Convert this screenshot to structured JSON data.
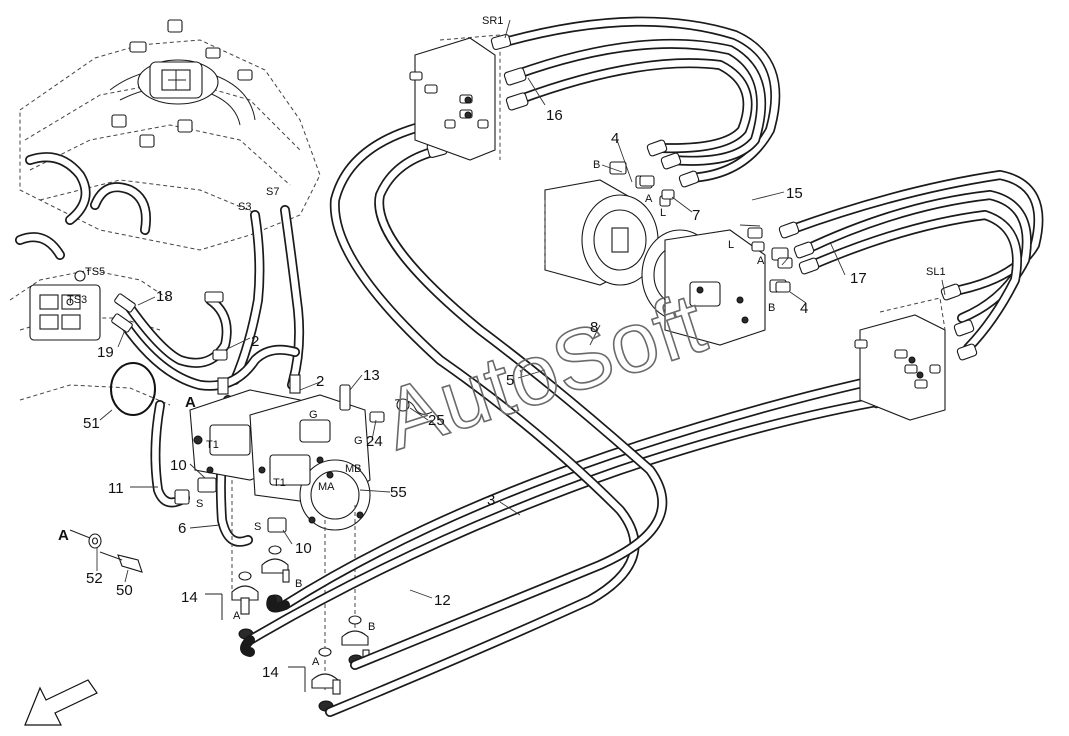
{
  "labels": {
    "sr1": "SR1",
    "sl1": "SL1",
    "s3": "S3",
    "s7": "S7",
    "ts5": "TS5",
    "ts3": "TS3",
    "p16": "16",
    "p4a": "4",
    "p4b": "4",
    "p15": "15",
    "p7": "7",
    "p17": "17",
    "p18": "18",
    "p19": "19",
    "p2a": "2",
    "p2b": "2",
    "p13": "13",
    "p8": "8",
    "p5": "5",
    "p25": "25",
    "p24": "24",
    "p51": "51",
    "p10a": "10",
    "p10b": "10",
    "p11": "11",
    "p6": "6",
    "p55": "55",
    "p3": "3",
    "p12": "12",
    "p14a": "14",
    "p14b": "14",
    "p52": "52",
    "p50": "50",
    "viewA_main": "A",
    "viewA_detail": "A",
    "port_b1": "B",
    "port_a1": "A",
    "port_l1": "L",
    "port_l2": "L",
    "port_a2": "A",
    "port_b2": "B",
    "port_t1a": "T1",
    "port_t1b": "T1",
    "port_g1": "G",
    "port_g2": "G",
    "port_mb": "MB",
    "port_ma": "MA",
    "port_s1": "S",
    "port_s2": "S",
    "clamp_a1": "A",
    "clamp_b1": "B",
    "clamp_a2": "A",
    "clamp_b2": "B"
  },
  "watermark": "AutoSoft",
  "icons": {
    "direction_arrow": "front-direction-arrow-icon"
  }
}
